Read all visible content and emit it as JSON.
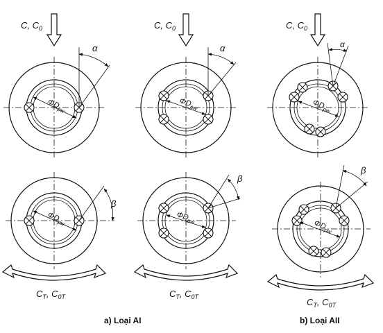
{
  "figure": {
    "panels": [
      {
        "id": "p1",
        "load_label": "C, C",
        "load_sub": "0",
        "angle_label": "α",
        "dia_label": "ΦD",
        "dia_sub": "pw",
        "balls": "single"
      },
      {
        "id": "p2",
        "load_label": "C, C",
        "load_sub": "0",
        "angle_label": "α",
        "dia_label": "ΦD",
        "dia_sub": "pw",
        "balls": "double"
      },
      {
        "id": "p3",
        "load_label": "C, C",
        "load_sub": "0",
        "angle_label": "α",
        "dia_label": "ΦD",
        "dia_sub": "pw",
        "balls": "crossed"
      },
      {
        "id": "p4",
        "torque_label": "C",
        "torque_sub1": "T",
        "torque_mid": ", C",
        "torque_sub2": "0T",
        "angle_label": "β",
        "dia_label": "ΦD",
        "dia_sub": "pw",
        "balls": "single"
      },
      {
        "id": "p5",
        "torque_label": "C",
        "torque_sub1": "T",
        "torque_mid": ", C",
        "torque_sub2": "0T",
        "angle_label": "β",
        "dia_label": "ΦD",
        "dia_sub": "pw",
        "balls": "double"
      },
      {
        "id": "p6",
        "torque_label": "C",
        "torque_sub1": "T",
        "torque_mid": ", C",
        "torque_sub2": "0T",
        "angle_label": "β",
        "dia_label": "ΦD",
        "dia_sub": "pw",
        "balls": "crossed"
      }
    ],
    "captions": {
      "a": "a) Loại AI",
      "b": "b) Loại AII"
    }
  }
}
